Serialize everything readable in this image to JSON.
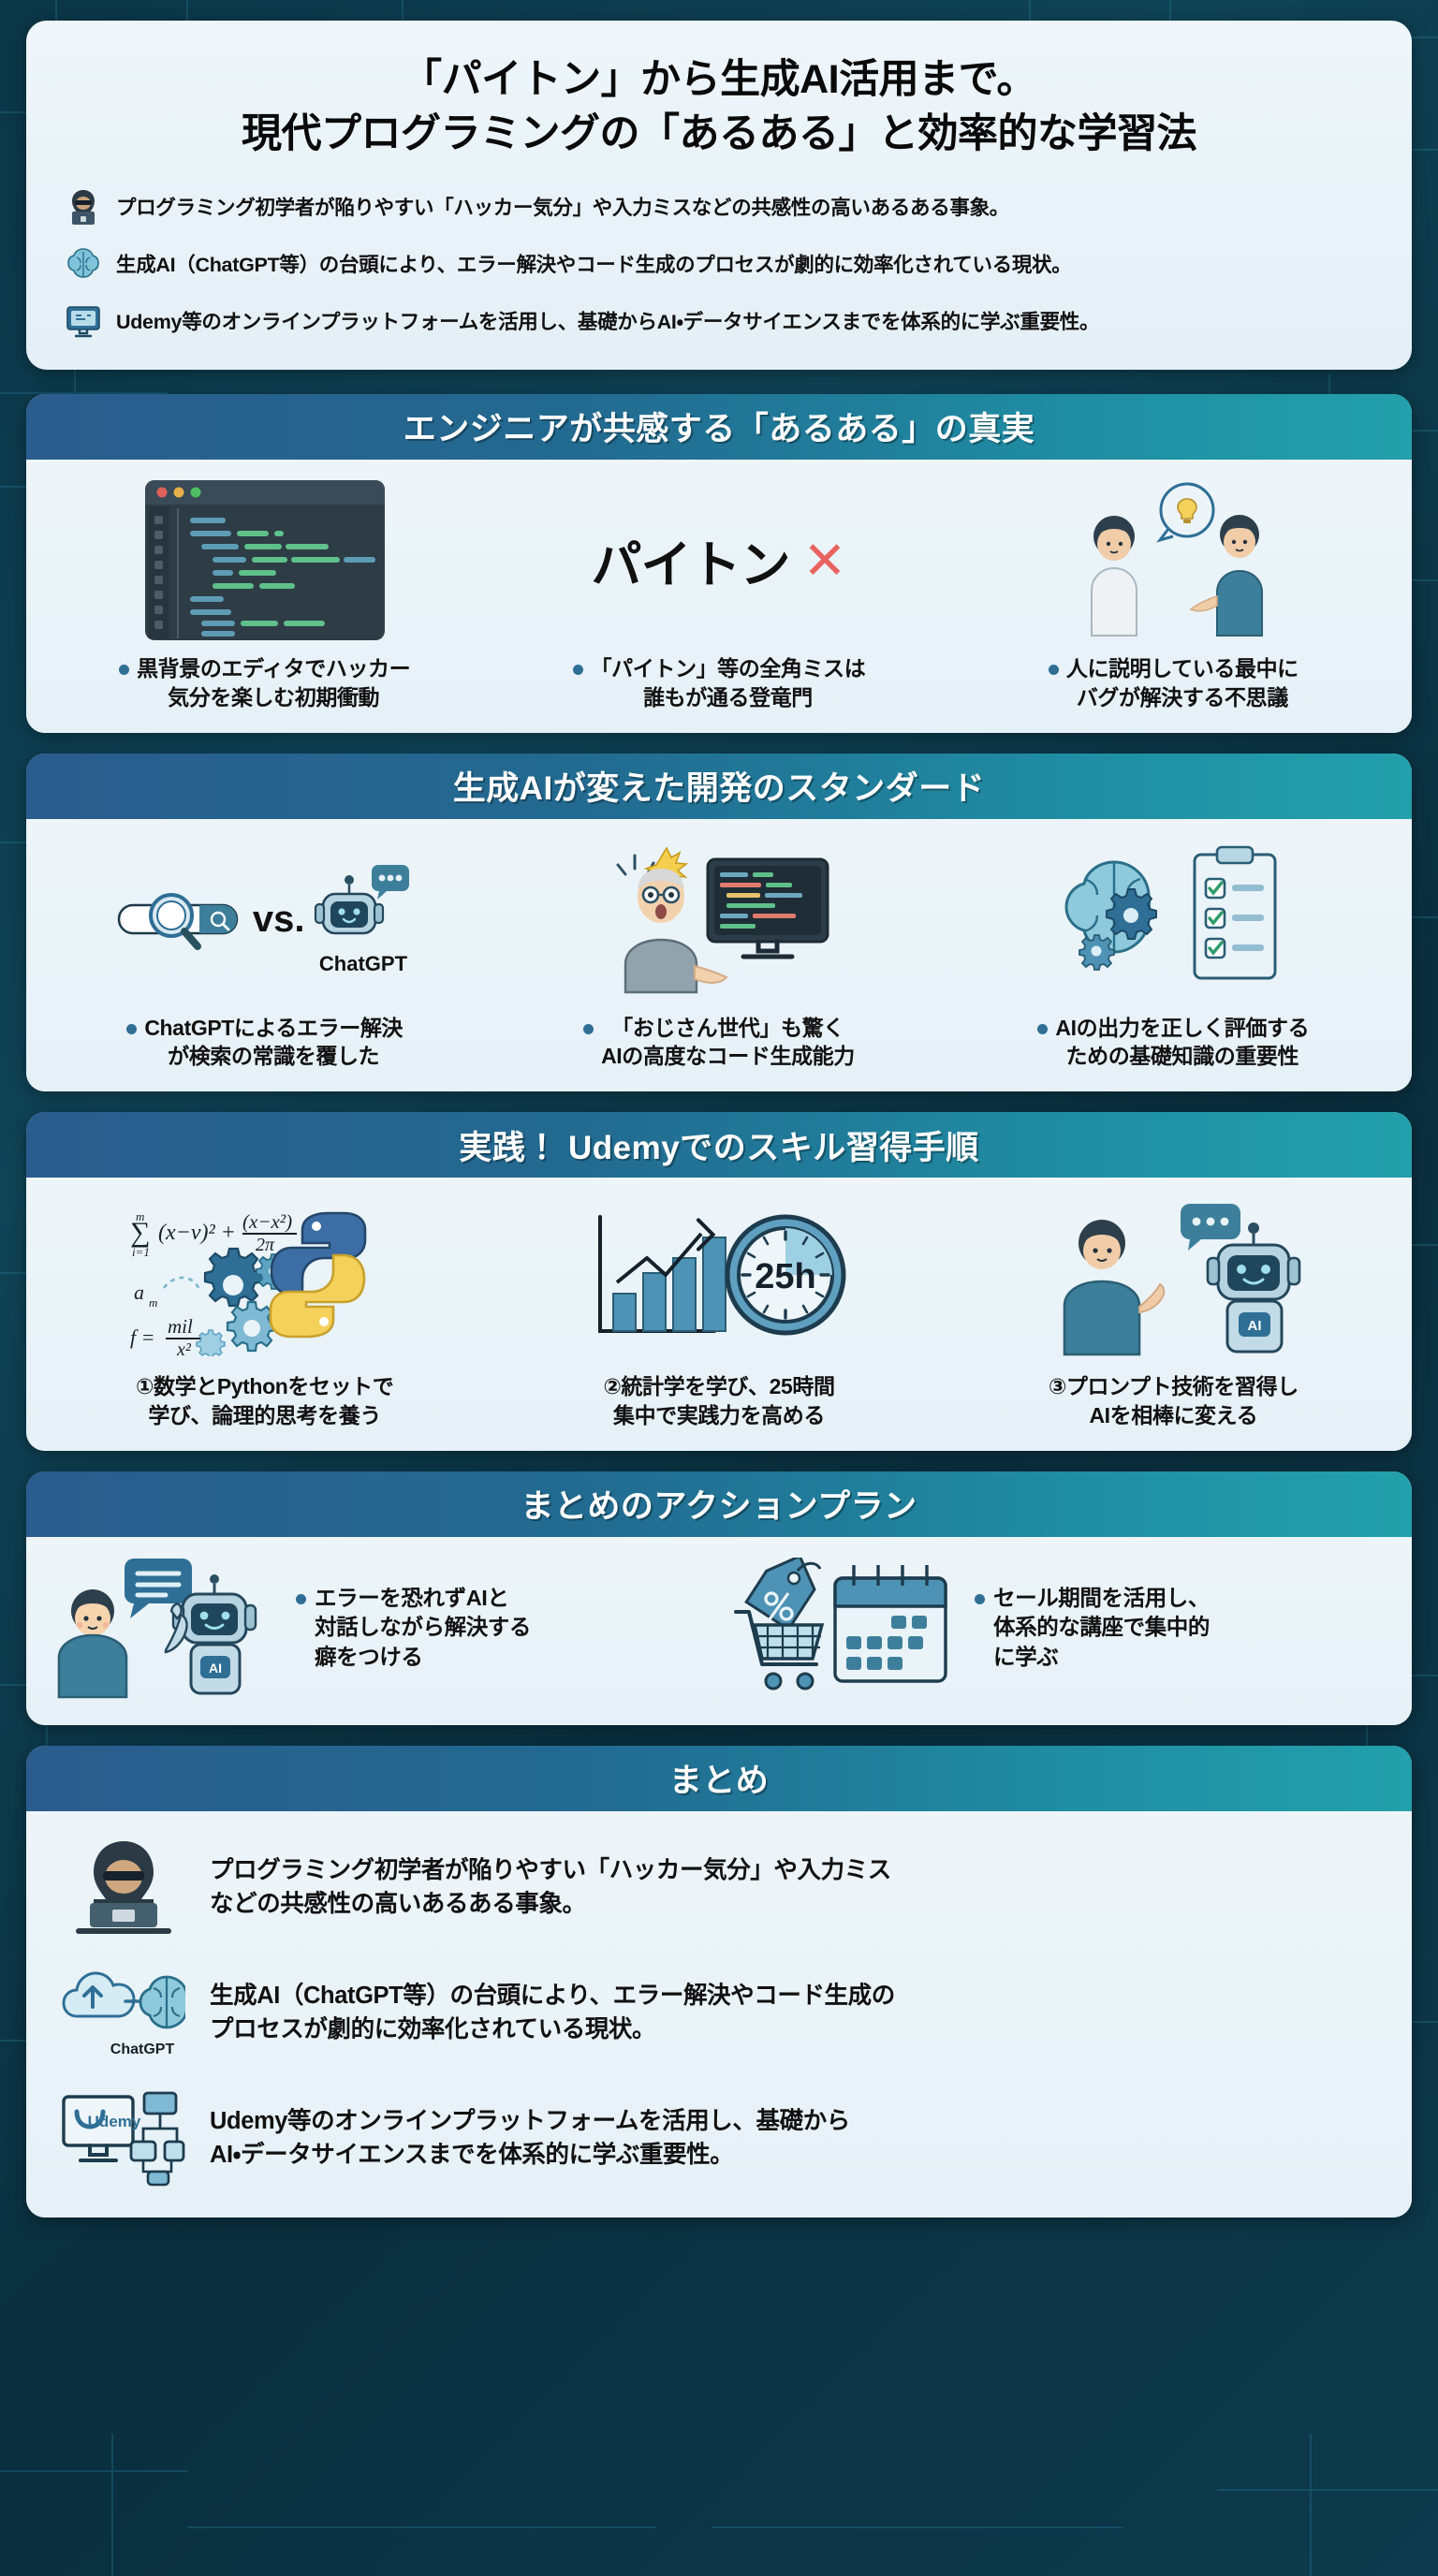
{
  "hero": {
    "title_line1": "「パイトン」から生成AI活用まで。",
    "title_line2": "現代プログラミングの「あるある」と効率的な学習法",
    "bullets": [
      {
        "icon": "hacker-icon",
        "text": "プログラミング初学者が陥りやすい「ハッカー気分」や入力ミスなどの共感性の高いあるある事象。"
      },
      {
        "icon": "brain-ai-icon",
        "text": "生成AI（ChatGPT等）の台頭により、エラー解決やコード生成のプロセスが劇的に効率化されている現状。"
      },
      {
        "icon": "monitor-learning-icon",
        "text": "Udemy等のオンラインプラットフォームを活用し、基礎からAI・データサイエンスまでを体系的に学ぶ重要性。"
      }
    ]
  },
  "section1": {
    "heading": "エンジニアが共感する「あるある」の真実",
    "items": [
      {
        "art": "code-editor-icon",
        "caption": "黒背景のエディタでハッカー\n気分を楽しむ初期衝動"
      },
      {
        "art": "paiton-x-icon",
        "word": "パイトン",
        "mark": "✕",
        "caption": "「パイトン」等の全角ミスは\n誰もが通る登竜門"
      },
      {
        "art": "two-people-idea-icon",
        "caption": "人に説明している最中に\nバグが解決する不思議"
      }
    ]
  },
  "section2": {
    "heading": "生成AIが変えた開発のスタンダード",
    "items": [
      {
        "art": "search-vs-chatgpt-icon",
        "vs_label": "vs.",
        "chatgpt_label": "ChatGPT",
        "caption": "ChatGPTによるエラー解決\nが検索の常識を覆した"
      },
      {
        "art": "surprised-oldman-monitor-icon",
        "caption": "「おじさん世代」も驚く\nAIの高度なコード生成能力"
      },
      {
        "art": "brain-gears-checklist-icon",
        "caption": "AIの出力を正しく評価する\nための基礎知識の重要性"
      }
    ]
  },
  "section3": {
    "heading": "実践！ Udemyでのスキル習得手順",
    "items": [
      {
        "art": "math-gears-python-icon",
        "caption": "①数学とPythonをセットで\n学び、論理的思考を養う"
      },
      {
        "art": "barchart-clock-icon",
        "clock_label": "25h",
        "caption": "②統計学を学び、25時間\n集中で実践力を高める"
      },
      {
        "art": "person-robot-icon",
        "robot_badge": "AI",
        "caption": "③プロンプト技術を習得し\nAIを相棒に変える"
      }
    ]
  },
  "section4": {
    "heading": "まとめのアクションプラン",
    "items": [
      {
        "art": "person-chat-robot-icon",
        "robot_badge": "AI",
        "text": "エラーを恐れずAIと\n対話しながら解決する\n癖をつける"
      },
      {
        "art": "sale-cart-calendar-icon",
        "text": "セール期間を活用し、\n体系的な講座で集中的\nに学ぶ"
      }
    ]
  },
  "summary": {
    "heading": "まとめ",
    "items": [
      {
        "art": "hacker-laptop-icon",
        "text": "プログラミング初学者が陥りやすい「ハッカー気分」や入力ミス\nなどの共感性の高いあるある事象。"
      },
      {
        "art": "cloud-brain-chatgpt-icon",
        "label": "ChatGPT",
        "text": "生成AI（ChatGPT等）の台頭により、エラー解決やコード生成の\nプロセスが劇的に効率化されている現状。"
      },
      {
        "art": "udemy-monitor-flow-icon",
        "label": "Udemy",
        "text": "Udemy等のオンラインプラットフォームを活用し、基礎から\nAI・データサイエンスまでを体系的に学ぶ重要性。"
      }
    ]
  },
  "colors": {
    "band_left": "#2a5c8d",
    "band_right": "#23a0ab",
    "card_bg": "#eaf4f8",
    "dot": "#2f6f96",
    "x_red": "#e8635f",
    "python_blue": "#3c6ea5",
    "python_yellow": "#f4d15b"
  }
}
